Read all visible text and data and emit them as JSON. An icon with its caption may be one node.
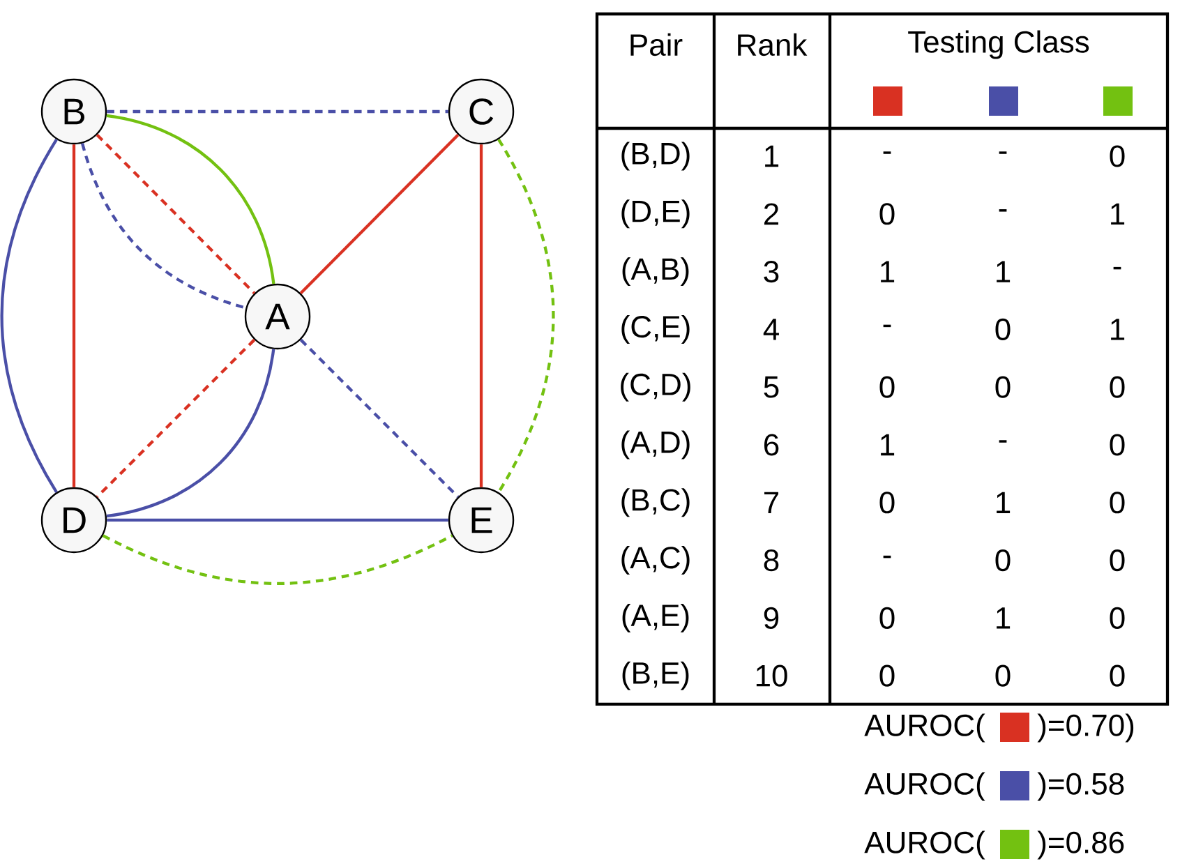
{
  "diagram": {
    "nodes": [
      {
        "text": [
          "B"
        ]
      },
      {
        "text": [
          "C"
        ]
      },
      {
        "text": [
          "A"
        ]
      },
      {
        "text": [
          "D"
        ]
      },
      {
        "text": [
          "E"
        ]
      }
    ],
    "edges": [
      {
        "from": 0,
        "to": 1,
        "arrow": "none",
        "style": "dashed",
        "color": "#4a4fa7"
      },
      {
        "from": 0,
        "to": 2,
        "arrow": "none",
        "color": "#73c111"
      },
      {
        "from": 0,
        "to": 2,
        "arrow": "none",
        "style": "dashed",
        "color": "#d93122"
      },
      {
        "from": 0,
        "to": 2,
        "arrow": "none",
        "style": "dashed",
        "color": "#4a4fa7"
      },
      {
        "from": 0,
        "to": 3,
        "arrow": "none",
        "color": "#4a4fa7"
      },
      {
        "from": 0,
        "to": 3,
        "arrow": "none",
        "color": "#d93122"
      },
      {
        "from": 1,
        "to": 2,
        "arrow": "none",
        "color": "#d93122"
      },
      {
        "from": 1,
        "to": 4,
        "arrow": "none",
        "color": "#d93122"
      },
      {
        "from": 1,
        "to": 4,
        "arrow": "none",
        "style": "dashed",
        "color": "#73c111"
      },
      {
        "from": 2,
        "to": 3,
        "arrow": "none",
        "style": "dashed",
        "color": "#d93122"
      },
      {
        "from": 2,
        "to": 3,
        "arrow": "none",
        "color": "#4a4fa7"
      },
      {
        "from": 2,
        "to": 4,
        "arrow": "none",
        "style": "dashed",
        "color": "#4a4fa7"
      },
      {
        "from": 3,
        "to": 4,
        "arrow": "none",
        "color": "#4a4fa7"
      },
      {
        "from": 3,
        "to": 4,
        "arrow": "none",
        "style": "dashed",
        "color": "#73c111"
      }
    ],
    "labels": [
      "Pair",
      "Rank",
      "Testing Class",
      "(B,D)",
      "1",
      "-",
      "-",
      "0",
      "(D,E)",
      "2",
      "0",
      "-",
      "1",
      "(A,B)",
      "3",
      "1",
      "1",
      "-",
      "(C,E)",
      "4",
      "-",
      "0",
      "1",
      "(C,D)",
      "5",
      "0",
      "0",
      "0",
      "(A,D)",
      "6",
      "1",
      "-",
      "0",
      "(B,C)",
      "7",
      "0",
      "1",
      "0",
      "(A,C)",
      "8",
      "-",
      "0",
      "0",
      "(A,E)",
      "9",
      "0",
      "1",
      "0",
      "(B,E)",
      "10",
      "0",
      "0",
      "0",
      "AUROC(",
      "AUROC(",
      "AUROC("
    ],
    "legend": [
      {
        "text": ")=0.70)",
        "color": "#d93122"
      },
      {
        "text": ")=0.58",
        "color": "#4a4fa7"
      },
      {
        "text": ")=0.86",
        "color": "#73c111"
      }
    ]
  }
}
